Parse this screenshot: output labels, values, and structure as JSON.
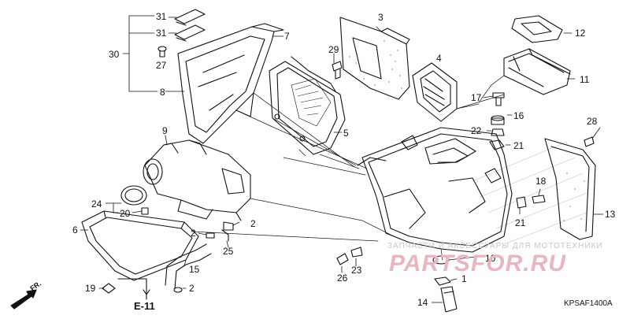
{
  "callouts": {
    "c31a": "31",
    "c31b": "31",
    "c30": "30",
    "c27": "27",
    "c8": "8",
    "c7": "7",
    "c29": "29",
    "c3": "3",
    "c12": "12",
    "c4": "4",
    "c11": "11",
    "c17": "17",
    "c16": "16",
    "c22": "22",
    "c21a": "21",
    "c5": "5",
    "c9": "9",
    "c28": "28",
    "c24": "24",
    "c20": "20",
    "c18": "18",
    "c21b": "21",
    "c13": "13",
    "c6": "6",
    "c2a": "2",
    "c2b": "2",
    "c25": "25",
    "c15": "15",
    "c2c": "2",
    "c19": "19",
    "c26": "26",
    "c23": "23",
    "c10": "10",
    "c1": "1",
    "c14": "14"
  },
  "section_ref": "E-11",
  "direction_label": "FR.",
  "diagram_code": "KPSAF1400A",
  "watermark": {
    "brand": "PARTSFOR.RU",
    "tagline": "ЗАПЧАСТИ И АКСЕССУАРЫ ДЛЯ МОТОТЕХНИКИ"
  },
  "colors": {
    "ink": "#111111",
    "watermark": "#e8b7bd"
  }
}
